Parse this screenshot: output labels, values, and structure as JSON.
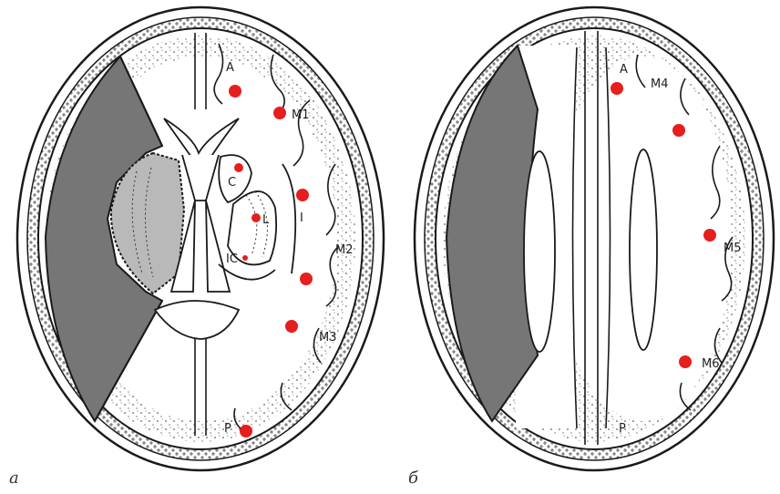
{
  "colors": {
    "dot": "#e61e1e",
    "shade_dark": "#767676",
    "shade_light": "#b9b9b9",
    "ink": "#1a1a1a"
  },
  "panels": [
    {
      "id": "a",
      "caption": "а",
      "labels": {
        "A": "A",
        "M1": "M1",
        "C": "C",
        "I": "I",
        "L": "L",
        "IC": "IC",
        "M2": "M2",
        "M3": "M3",
        "P": "P"
      },
      "points": [
        "A",
        "M1",
        "C",
        "I",
        "L",
        "IC",
        "M2",
        "M3",
        "P"
      ]
    },
    {
      "id": "b",
      "caption": "б",
      "labels": {
        "A": "A",
        "M4": "M4",
        "M5": "M5",
        "M6": "M6",
        "P": "P"
      },
      "points": [
        "A",
        "M4-upper",
        "M5",
        "M6"
      ]
    }
  ]
}
